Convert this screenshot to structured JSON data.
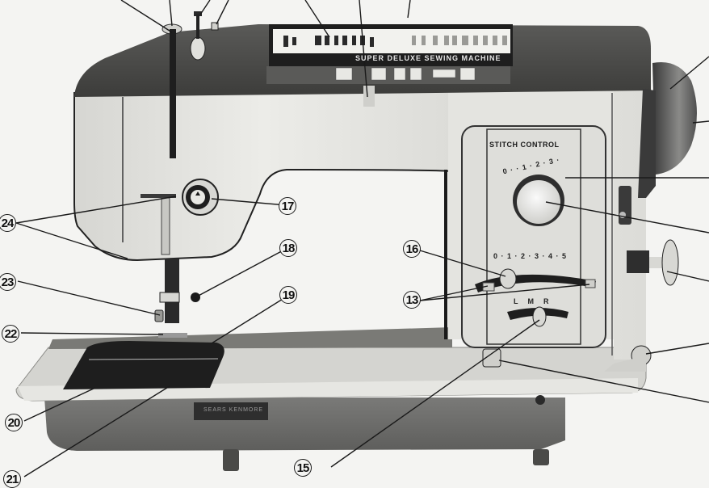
{
  "figure": {
    "type": "labeled-diagram",
    "subject": "sewing-machine-front-view",
    "colors": {
      "background": "#f4f4f2",
      "body_light": "#e6e6e2",
      "body_dark": "#4a4a4a",
      "trim_dark": "#2a2a2a",
      "bed": "#d8d8d4",
      "base": "#6e6e6e",
      "leader_lines": "#1a1a1a"
    }
  },
  "top_panel": {
    "title": "SUPER DELUXE SEWING MACHINE",
    "stitch_chart_left": "stitch-patterns-1-8",
    "stitch_chart_right": "stitch-patterns-9-20",
    "icons": [
      "buttonhole-icon",
      "bobbin-wind-icon",
      "straight-stitch-icon",
      "zigzag-icon",
      "reverse-icon",
      "presser-foot-icon"
    ]
  },
  "stitch_control": {
    "title": "STITCH CONTROL",
    "dial_scale": "0 · · 1 · 2 · 3 ·",
    "width_scale": "0 · 1 · 2 · 3 · 4 · 5",
    "position_scale": [
      "L",
      "M",
      "R"
    ]
  },
  "nameplate": {
    "text": "SEARS KENMORE"
  },
  "callouts": [
    {
      "num": "13",
      "part": "stitch-width-lever-stops"
    },
    {
      "num": "15",
      "part": "needle-position-lever"
    },
    {
      "num": "16",
      "part": "stitch-width-lever"
    },
    {
      "num": "17",
      "part": "thread-tension-dial"
    },
    {
      "num": "18",
      "part": "needle-clamp-screw"
    },
    {
      "num": "19",
      "part": "needle-plate"
    },
    {
      "num": "20",
      "part": "slide-plate"
    },
    {
      "num": "21",
      "part": "bed-extension"
    },
    {
      "num": "22",
      "part": "presser-foot"
    },
    {
      "num": "23",
      "part": "presser-foot-screw"
    },
    {
      "num": "24",
      "part": "thread-guides"
    }
  ]
}
